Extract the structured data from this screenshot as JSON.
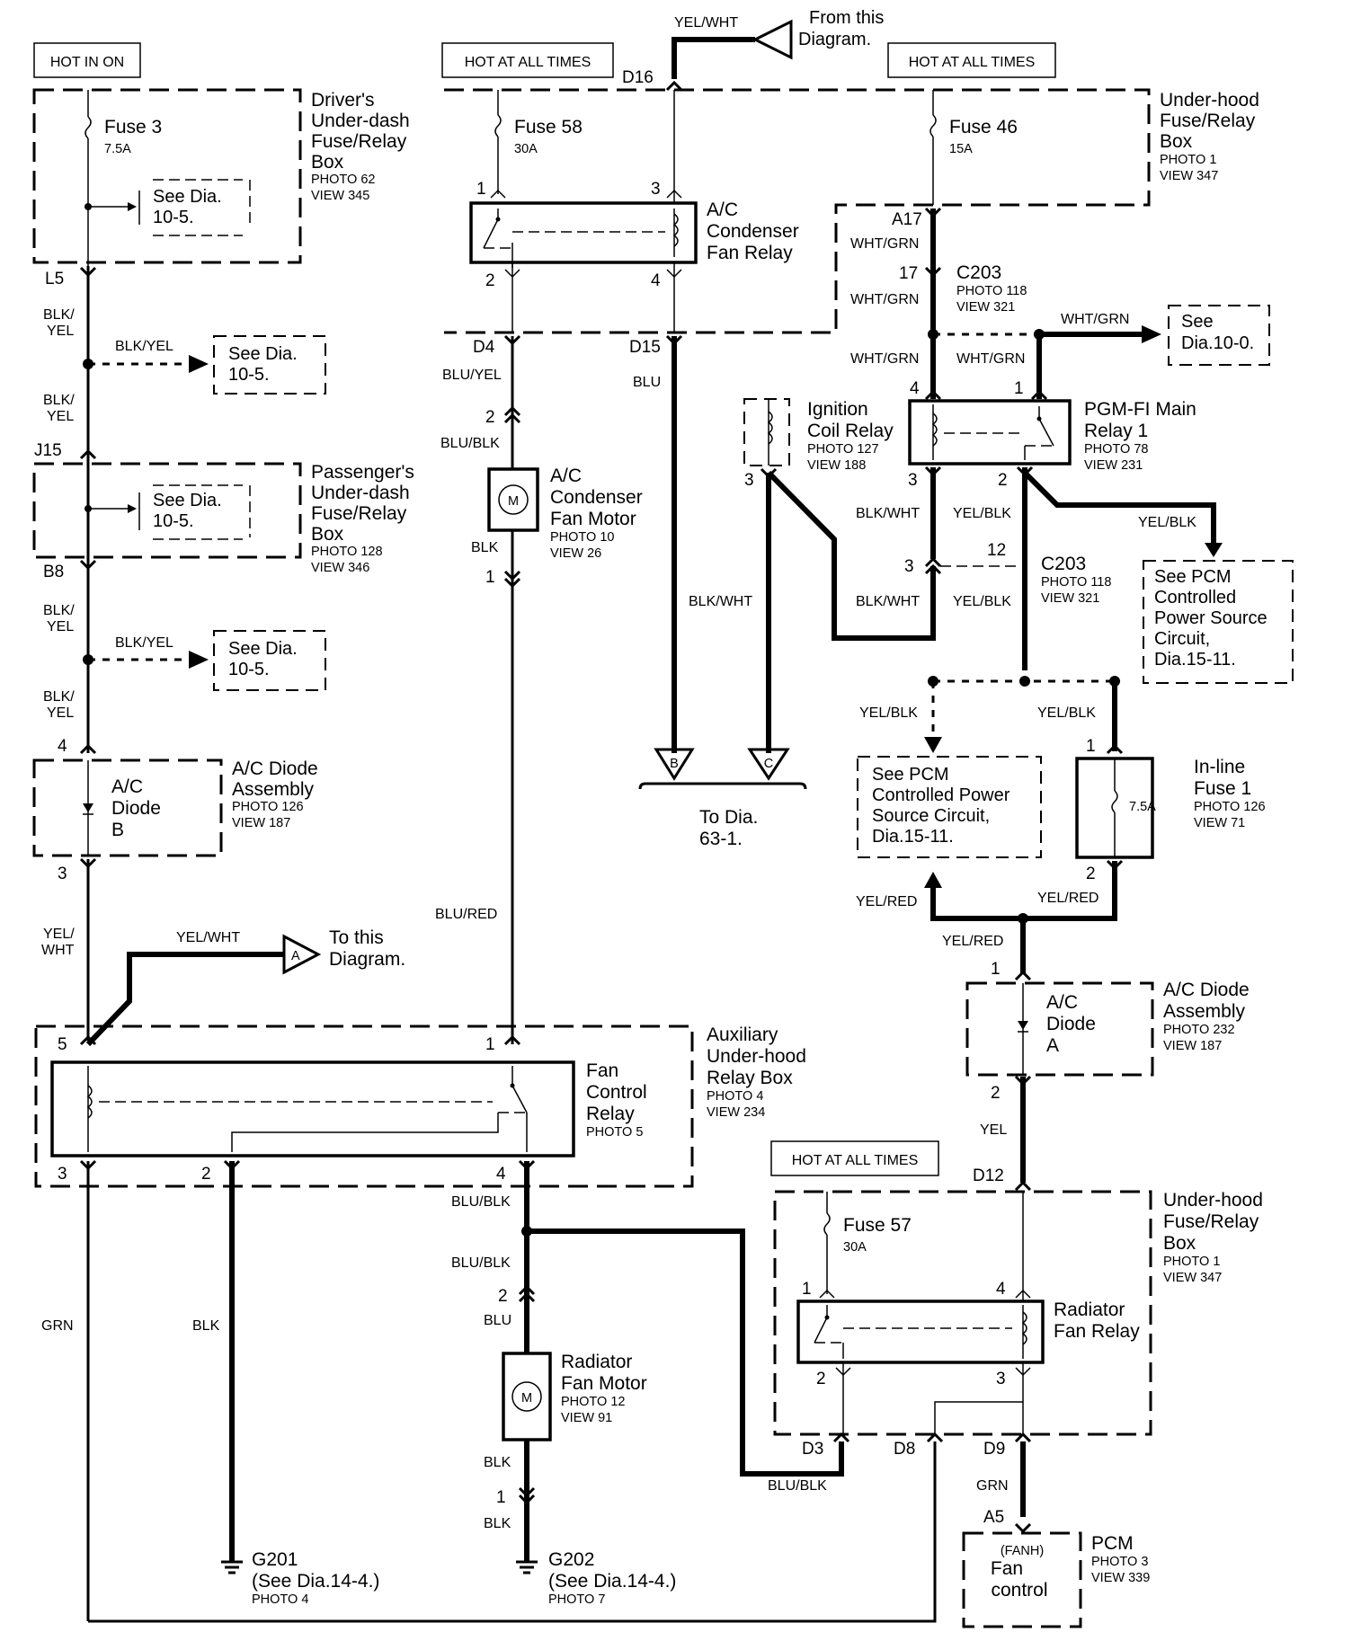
{
  "hot_labels": {
    "hot_in_on": "HOT IN ON",
    "hot_all_times_1": "HOT AT ALL TIMES",
    "hot_all_times_2": "HOT AT ALL TIMES",
    "hot_all_times_3": "HOT AT ALL TIMES"
  },
  "from_diagram": {
    "wire": "YEL/WHT",
    "line1": "From this",
    "line2": "Diagram."
  },
  "drivers_box": {
    "title": [
      "Driver's",
      "Under-dash",
      "Fuse/Relay",
      "Box"
    ],
    "photo": "PHOTO 62",
    "view": "VIEW 345",
    "fuse_name": "Fuse 3",
    "fuse_rating": "7.5A",
    "see": [
      "See Dia.",
      "10-5."
    ]
  },
  "passengers_box": {
    "title": [
      "Passenger's",
      "Under-dash",
      "Fuse/Relay",
      "Box"
    ],
    "photo": "PHOTO 128",
    "view": "VIEW 346",
    "see": [
      "See Dia.",
      "10-5."
    ]
  },
  "left_chain": {
    "conn_l5": "L5",
    "conn_j15": "J15",
    "conn_b8": "B8",
    "w_blk_yel_1a": "BLK/",
    "w_blk_yel_1b": "YEL",
    "w_blk_yel_2a": "BLK/",
    "w_blk_yel_2b": "YEL",
    "w_blk_yel_3a": "BLK/",
    "w_blk_yel_3b": "YEL",
    "w_blk_yel_4a": "BLK/",
    "w_blk_yel_4b": "YEL",
    "branch1_wire": "BLK/YEL",
    "branch1_see": [
      "See Dia.",
      "10-5."
    ],
    "branch2_wire": "BLK/YEL",
    "branch2_see": [
      "See Dia.",
      "10-5."
    ],
    "pin_4": "4",
    "pin_3": "3",
    "w_yel_wht_a": "YEL/",
    "w_yel_wht_b": "WHT",
    "to_diagram_wire": "YEL/WHT",
    "to_diagram": [
      "To this",
      "Diagram."
    ],
    "to_diagram_tag": "A"
  },
  "diode_b": {
    "inner": [
      "A/C",
      "Diode",
      "B"
    ],
    "title": [
      "A/C Diode",
      "Assembly"
    ],
    "photo": "PHOTO 126",
    "view": "VIEW 187"
  },
  "underhood_top": {
    "title": [
      "Under-hood",
      "Fuse/Relay",
      "Box"
    ],
    "photo": "PHOTO 1",
    "view": "VIEW 347",
    "conn_d16": "D16",
    "fuse58": "Fuse 58",
    "fuse58_rating": "30A",
    "fuse46": "Fuse 46",
    "fuse46_rating": "15A",
    "relay_title": [
      "A/C",
      "Condenser",
      "Fan Relay"
    ],
    "pin1": "1",
    "pin3": "3",
    "pin2": "2",
    "pin4": "4",
    "conn_a17": "A17",
    "conn_d4": "D4",
    "conn_d15": "D15"
  },
  "condenser_chain": {
    "w_blu_yel": "BLU/YEL",
    "pin2": "2",
    "w_blu_blk": "BLU/BLK",
    "motor_title": [
      "A/C",
      "Condenser",
      "Fan Motor"
    ],
    "motor_photo": "PHOTO 10",
    "motor_view": "VIEW 26",
    "motor_symbol": "M",
    "w_blk": "BLK",
    "pin1": "1",
    "w_blu_red": "BLU/RED",
    "w_blu": "BLU",
    "w_blk_wht": "BLK/WHT",
    "tag_b": "B",
    "tag_c": "C",
    "to_dia": [
      "To Dia.",
      "63-1."
    ]
  },
  "c203_top": {
    "w_wht_grn_1": "WHT/GRN",
    "pin17": "17",
    "conn": "C203",
    "photo": "PHOTO 118",
    "view": "VIEW 321",
    "w_wht_grn_2": "WHT/GRN",
    "w_wht_grn_branch": "WHT/GRN",
    "see": [
      "See",
      "Dia.10-0."
    ],
    "w_wht_grn_3": "WHT/GRN",
    "w_wht_grn_4": "WHT/GRN"
  },
  "ignition_relay": {
    "title": [
      "Ignition",
      "Coil Relay"
    ],
    "photo": "PHOTO 127",
    "view": "VIEW 188",
    "pin3": "3"
  },
  "pgm_relay": {
    "title": [
      "PGM-FI Main",
      "Relay 1"
    ],
    "photo": "PHOTO 78",
    "view": "VIEW 231",
    "pin4": "4",
    "pin1": "1",
    "pin3": "3",
    "pin2": "2",
    "w_blk_wht": "BLK/WHT",
    "w_yel_blk": "YEL/BLK",
    "w_yel_blk_branch": "YEL/BLK",
    "see": [
      "See PCM",
      "Controlled",
      "Power Source",
      "Circuit,",
      "Dia.15-11."
    ]
  },
  "c203_mid": {
    "pin3": "3",
    "pin12": "12",
    "conn": "C203",
    "photo": "PHOTO 118",
    "view": "VIEW 321",
    "w_blk_wht": "BLK/WHT",
    "w_yel_blk": "YEL/BLK"
  },
  "inline_fuse": {
    "w_yel_blk_l": "YEL/BLK",
    "w_yel_blk_r": "YEL/BLK",
    "see": [
      "See PCM",
      "Controlled Power",
      "Source Circuit,",
      "Dia.15-11."
    ],
    "pin1": "1",
    "pin2": "2",
    "rating": "7.5A",
    "title": [
      "In-line",
      "Fuse 1"
    ],
    "photo": "PHOTO 126",
    "view": "VIEW 71",
    "w_yel_red_l": "YEL/RED",
    "w_yel_red_r": "YEL/RED",
    "w_yel_red_down": "YEL/RED"
  },
  "diode_a": {
    "pin1": "1",
    "pin2": "2",
    "inner": [
      "A/C",
      "Diode",
      "A"
    ],
    "title": [
      "A/C Diode",
      "Assembly"
    ],
    "photo": "PHOTO 232",
    "view": "VIEW 187",
    "w_yel": "YEL",
    "conn_d12": "D12"
  },
  "aux_box": {
    "title": [
      "Auxiliary",
      "Under-hood",
      "Relay Box"
    ],
    "photo": "PHOTO 4",
    "view": "VIEW 234",
    "relay_title": [
      "Fan",
      "Control",
      "Relay"
    ],
    "relay_photo": "PHOTO 5",
    "pin5": "5",
    "pin1": "1",
    "pin3": "3",
    "pin2": "2",
    "pin4": "4"
  },
  "bottom_left": {
    "w_grn": "GRN",
    "w_blk": "BLK",
    "g201": "G201",
    "g201_see": "(See Dia.14-4.)",
    "g201_photo": "PHOTO 4"
  },
  "radiator_motor": {
    "w_blu_blk_1": "BLU/BLK",
    "w_blu_blk_2": "BLU/BLK",
    "pin2": "2",
    "w_blu": "BLU",
    "title": [
      "Radiator",
      "Fan Motor"
    ],
    "photo": "PHOTO 12",
    "view": "VIEW 91",
    "motor_symbol": "M",
    "w_blk_1": "BLK",
    "pin1": "1",
    "w_blk_2": "BLK",
    "g202": "G202",
    "g202_see": "(See Dia.14-4.)",
    "g202_photo": "PHOTO 7"
  },
  "underhood_bottom": {
    "title": [
      "Under-hood",
      "Fuse/Relay",
      "Box"
    ],
    "photo": "PHOTO 1",
    "view": "VIEW 347",
    "fuse57": "Fuse 57",
    "fuse57_rating": "30A",
    "relay_title": [
      "Radiator",
      "Fan Relay"
    ],
    "pin1": "1",
    "pin4": "4",
    "pin2": "2",
    "pin3": "3",
    "conn_d3": "D3",
    "conn_d8": "D8",
    "conn_d9": "D9",
    "w_blu_blk": "BLU/BLK",
    "w_grn": "GRN"
  },
  "pcm": {
    "conn_a5": "A5",
    "signal": "(FANH)",
    "func": [
      "Fan",
      "control"
    ],
    "title": "PCM",
    "photo": "PHOTO 3",
    "view": "VIEW 339"
  }
}
